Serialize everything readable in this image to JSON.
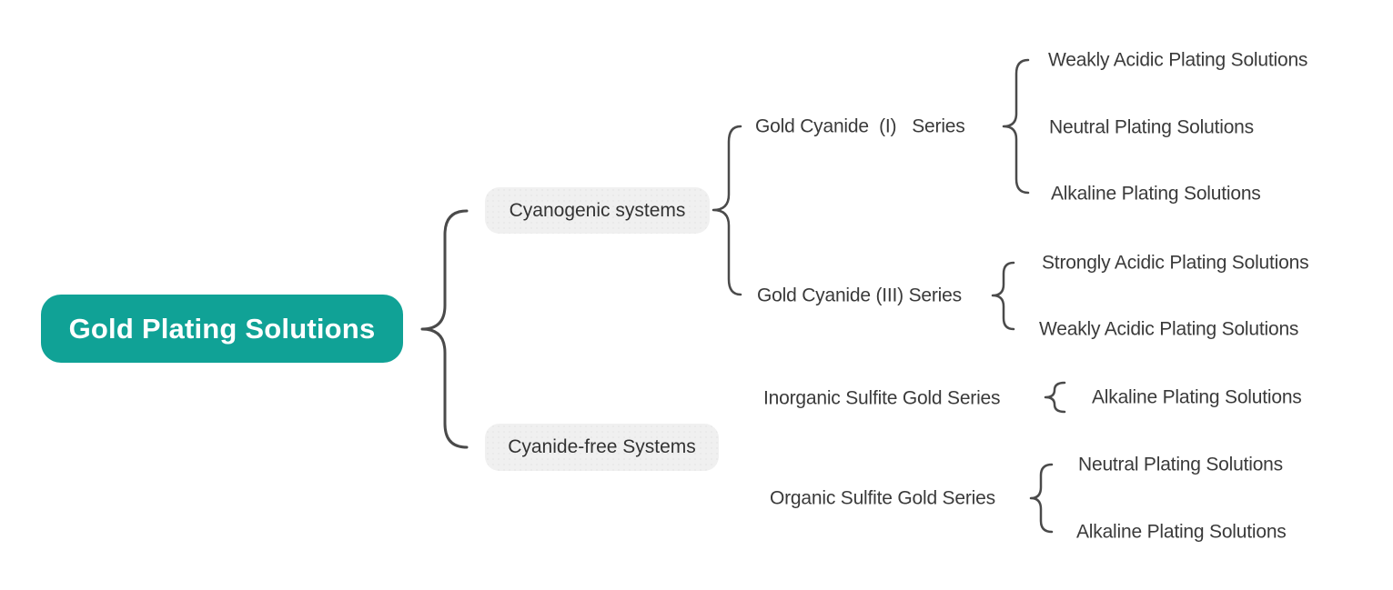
{
  "colors": {
    "root_fill": "#10a296",
    "root_text": "#ffffff",
    "branch_fill": "#f0f0f0",
    "branch_text": "#333333",
    "topic_text": "#3a3a3a",
    "connector": "#4a4a4a",
    "canvas_bg": "#ffffff"
  },
  "root": {
    "label": "Gold Plating Solutions"
  },
  "branches": [
    {
      "label": "Cyanogenic systems",
      "children": [
        {
          "label": "Gold Cyanide  (I)   Series",
          "children": [
            {
              "label": "Weakly Acidic Plating Solutions"
            },
            {
              "label": "Neutral Plating Solutions"
            },
            {
              "label": "Alkaline Plating Solutions"
            }
          ]
        },
        {
          "label": "Gold Cyanide (III) Series",
          "children": [
            {
              "label": "Strongly Acidic Plating Solutions"
            },
            {
              "label": "Weakly Acidic Plating Solutions"
            }
          ]
        }
      ]
    },
    {
      "label": "Cyanide-free Systems",
      "children": [
        {
          "label": "Inorganic Sulfite Gold Series",
          "children": [
            {
              "label": "Alkaline Plating Solutions"
            }
          ]
        },
        {
          "label": "Organic Sulfite Gold Series",
          "children": [
            {
              "label": "Neutral Plating Solutions"
            },
            {
              "label": "Alkaline Plating Solutions"
            }
          ]
        }
      ]
    }
  ]
}
